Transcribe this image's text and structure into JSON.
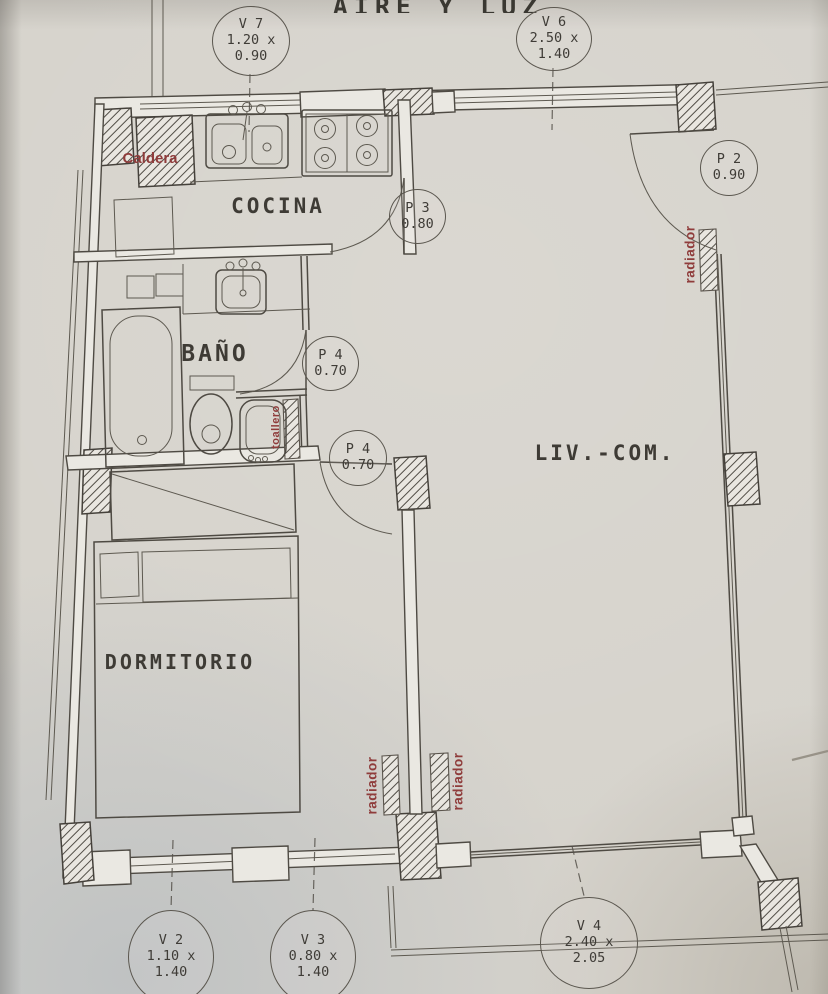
{
  "page": {
    "title_fragment": "AIRE Y LUZ"
  },
  "rooms": {
    "kitchen": "COCINA",
    "bathroom": "BAÑO",
    "living": "LIV.-COM.",
    "bedroom": "DORMITORIO"
  },
  "annotations": {
    "boiler": "Caldera",
    "radiator_right": "radiador",
    "radiator_hall_left": "radiador",
    "radiator_hall_right": "radiador",
    "towel_rail": "toallero"
  },
  "window_tags": [
    {
      "id": "V 7",
      "width": "1.20 x",
      "height": "0.90"
    },
    {
      "id": "V 6",
      "width": "2.50 x",
      "height": "1.40"
    },
    {
      "id": "V 2",
      "width": "1.10 x",
      "height": "1.40"
    },
    {
      "id": "V 3",
      "width": "0.80 x",
      "height": "1.40"
    },
    {
      "id": "V 4",
      "width": "2.40 x",
      "height": "2.05"
    }
  ],
  "door_tags": [
    {
      "id": "P 2",
      "width": "0.90"
    },
    {
      "id": "P 3",
      "width": "0.80"
    },
    {
      "id": "P 4",
      "width": "0.70"
    },
    {
      "id": "P 4",
      "width": "0.70"
    }
  ],
  "colors": {
    "paper": "#d6d3cc",
    "ink": "#4a463f",
    "red": "#8f3c3b"
  }
}
